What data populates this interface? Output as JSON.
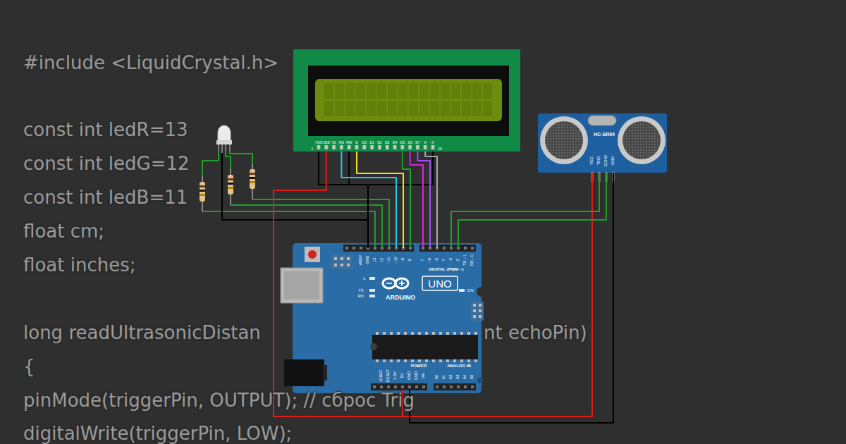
{
  "diagram": {
    "nodes": [
      {
        "text": [
          "1",
          "VSS",
          "VDD",
          "V0",
          "RS",
          "RW",
          "E",
          "D0",
          "D1",
          "D2",
          "D3",
          "D4",
          "D5",
          "D6",
          "D7",
          "A",
          "K",
          "16"
        ]
      },
      {
        "text": [
          "HC-SR04",
          "VCC",
          "TRIG",
          "ECHO",
          "GND"
        ]
      },
      {
        "text": [
          "AREF",
          "GND",
          "13",
          "12",
          "~11",
          "~10",
          "~9",
          "8",
          "7",
          "~6",
          "~5",
          "4",
          "~3",
          "2",
          "TX→1",
          "RX←0",
          "DIGITAL (PWM ~)",
          "L",
          "TX",
          "RX",
          "UNO",
          "ON",
          "ARDUINO",
          "IOREF",
          "RESET",
          "3.3V",
          "5V",
          "GND",
          "GND",
          "Vin",
          "POWER",
          "ANALOG IN",
          "A0",
          "A1",
          "A2",
          "A3",
          "A4",
          "A5"
        ]
      }
    ],
    "edges": [
      {
        "from": 0,
        "to": 2,
        "arrow": "none"
      },
      {
        "from": 1,
        "to": 2,
        "arrow": "none"
      }
    ],
    "labels": [
      "#include <LiquidCrystal.h>",
      "const int ledR=13",
      "const int ledG=12",
      "const int ledB=11",
      "float cm;",
      "float inches;",
      "long readUltrasonicDistan",
      "nt echoPin)",
      "{",
      "pinMode(triggerPin, OUTPUT); // сброс Trig",
      "digitalWrite(triggerPin, LOW);"
    ]
  }
}
